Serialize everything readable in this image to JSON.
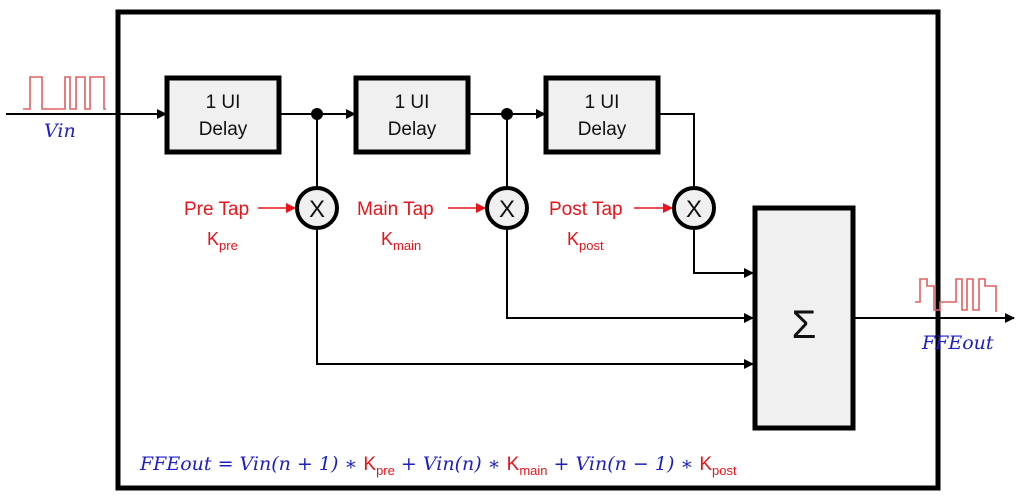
{
  "diagram": {
    "title": "FFE (Feed-Forward Equalizer) block diagram",
    "input": {
      "label": "Vin"
    },
    "output": {
      "label": "FFEout"
    },
    "delays": [
      {
        "line1": "1 UI",
        "line2": "Delay"
      },
      {
        "line1": "1 UI",
        "line2": "Delay"
      },
      {
        "line1": "1 UI",
        "line2": "Delay"
      }
    ],
    "taps": [
      {
        "label": "Pre Tap",
        "k_base": "K",
        "k_sub": "pre",
        "multiplier": "X"
      },
      {
        "label": "Main Tap",
        "k_base": "K",
        "k_sub": "main",
        "multiplier": "X"
      },
      {
        "label": "Post Tap",
        "k_base": "K",
        "k_sub": "post",
        "multiplier": "X"
      }
    ],
    "summer": {
      "symbol": "Σ"
    },
    "equation": {
      "lhs": "FFEout = ",
      "t1": "Vin(n + 1) ∗ ",
      "k1": "K",
      "k1_sub": "pre",
      "plus1": " + Vin(n) ∗ ",
      "k2": "K",
      "k2_sub": "main",
      "plus2": " + Vin(n − 1) ∗ ",
      "k3": "K",
      "k3_sub": "post"
    },
    "colors": {
      "signal_label": "#1d1fc4",
      "tap_label": "#e8141b",
      "waveform": "#e06060",
      "block_fill": "#f0f0f0",
      "line": "#000000"
    }
  }
}
